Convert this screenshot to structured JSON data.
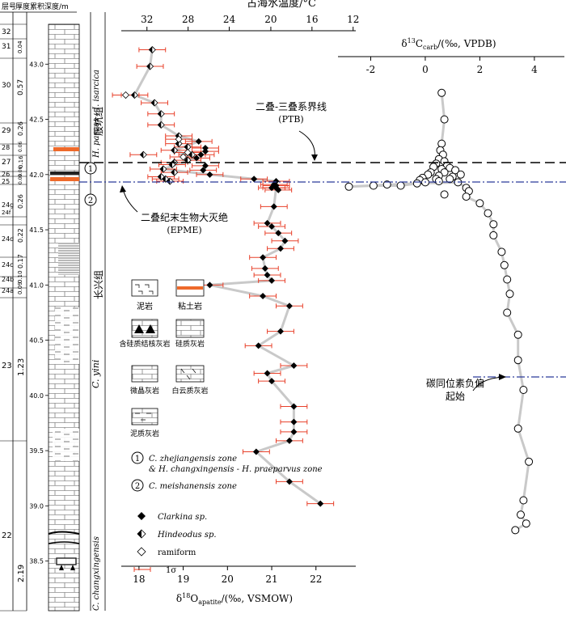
{
  "header": {
    "layer_no": "层号",
    "thickness": "厚度",
    "depth": "累积深度/m"
  },
  "stratigraphy": {
    "layer_labels": [
      "32",
      "31",
      "30",
      "29",
      "28",
      "27",
      "26",
      "25",
      "24g",
      "24f",
      "24e",
      "24d",
      "24c",
      "24b",
      "24a",
      "23",
      "22"
    ],
    "thickness_labels": [
      "0.04",
      "0.57",
      "0.26",
      "0.06",
      "0.16",
      "0.06",
      "0.09",
      "0.26",
      "0.22",
      "0.17",
      "0.10",
      "0.09",
      "1.23",
      "2.19"
    ],
    "depth_ticks": [
      "43.0",
      "42.5",
      "42.0",
      "41.5",
      "41.0",
      "40.5",
      "40.0",
      "39.5",
      "39.0",
      "38.5"
    ],
    "formation_upper": "殷坑组",
    "formation_lower": "长兴组",
    "zone_isarcica": "H. parvus - I. isarcica",
    "zone_yini": "C. yini",
    "zone_changxing": "C. changxingensis"
  },
  "annotations": {
    "ptb_line1": "二叠-三叠系界线",
    "ptb_line2": "(PTB)",
    "epme_line1": "二叠纪末生物大灭绝",
    "epme_line2": "(EPME)",
    "carbon_line1": "碳同位素负偏",
    "carbon_line2": "起始"
  },
  "legend": {
    "lith": {
      "mudstone": "泥岩",
      "clay": "粘土岩",
      "chert_nodule": "含硅质结核灰岩",
      "siliceous": "硅质灰岩",
      "micrite": "微晶灰岩",
      "dolomitic": "白云质灰岩",
      "argillaceous": "泥质灰岩"
    },
    "zone1_circle": "1",
    "zone1_line1": "C. zhejiangensis zone",
    "zone1_line2": "& H. changxingensis - H. praeparvus zone",
    "zone2_circle": "2",
    "zone2_text": "C. meishanensis zone",
    "clarkina": "Clarkina sp.",
    "hindeodus": "Hindeodus sp.",
    "ramiform": "ramiform",
    "sigma": "1σ"
  },
  "chart_data": [
    {
      "type": "scatter",
      "title": "",
      "xlabel": "δ18Oapatite/(‰, VSMOW)",
      "xlabel_parts": {
        "delta": "δ",
        "sup": "18",
        "main": "O",
        "sub": "apatite",
        "rest": "/(‰, VSMOW)"
      },
      "x2label": "古海水温度/°C",
      "ylabel": "累积深度/m",
      "xlim": [
        17.6,
        22.9
      ],
      "ylim": [
        38.38,
        43.2
      ],
      "xticks": [
        "18",
        "19",
        "20",
        "21",
        "22"
      ],
      "x2ticks": [
        "32",
        "28",
        "24",
        "20",
        "16",
        "12"
      ],
      "x2_tick_pos": [
        18.18,
        19.11,
        20.04,
        20.98,
        21.91,
        22.84
      ],
      "marker_styles": {
        "clarkina": "filled-diamond",
        "hindeodus": "half-diamond",
        "ramiform": "open-diamond"
      },
      "error_bar": 0.3,
      "series": [
        {
          "name": "Clarkina sp.",
          "marker": "clarkina",
          "points": [
            [
              19.35,
              42.3
            ],
            [
              19.5,
              42.08
            ],
            [
              19.3,
              42.15
            ],
            [
              19.4,
              42.18
            ],
            [
              19.5,
              42.21
            ],
            [
              19.5,
              42.24
            ],
            [
              19.45,
              42.04
            ],
            [
              19.6,
              42.0
            ],
            [
              20.6,
              41.96
            ],
            [
              21.1,
              41.94
            ],
            [
              21.05,
              41.91
            ],
            [
              21.0,
              41.88
            ],
            [
              21.1,
              41.88
            ],
            [
              21.15,
              41.86
            ],
            [
              21.1,
              41.9
            ],
            [
              21.05,
              41.71
            ],
            [
              20.9,
              41.56
            ],
            [
              21.0,
              41.53
            ],
            [
              21.15,
              41.47
            ],
            [
              21.3,
              41.4
            ],
            [
              21.2,
              41.33
            ],
            [
              20.8,
              41.25
            ],
            [
              20.85,
              41.15
            ],
            [
              20.9,
              41.09
            ],
            [
              21.0,
              41.04
            ],
            [
              19.6,
              41.0
            ],
            [
              20.8,
              40.9
            ],
            [
              21.4,
              40.81
            ],
            [
              21.2,
              40.58
            ],
            [
              20.7,
              40.45
            ],
            [
              21.5,
              40.27
            ],
            [
              20.9,
              40.2
            ],
            [
              21.0,
              40.13
            ],
            [
              21.5,
              39.9
            ],
            [
              21.5,
              39.76
            ],
            [
              21.5,
              39.67
            ],
            [
              21.4,
              39.59
            ],
            [
              20.65,
              39.49
            ],
            [
              21.4,
              39.22
            ],
            [
              22.1,
              39.02
            ]
          ]
        },
        {
          "name": "Hindeodus sp.",
          "marker": "hindeodus",
          "points": [
            [
              18.3,
              43.13
            ],
            [
              18.25,
              42.98
            ],
            [
              17.9,
              42.72
            ],
            [
              18.35,
              42.65
            ],
            [
              18.5,
              42.55
            ],
            [
              18.5,
              42.45
            ],
            [
              18.9,
              42.35
            ],
            [
              18.9,
              42.28
            ],
            [
              19.1,
              42.25
            ],
            [
              18.8,
              42.22
            ],
            [
              19.2,
              42.18
            ],
            [
              19.1,
              42.13
            ],
            [
              18.8,
              42.11
            ],
            [
              18.75,
              42.09
            ],
            [
              18.55,
              42.05
            ],
            [
              18.8,
              42.02
            ],
            [
              18.5,
              41.98
            ],
            [
              18.6,
              41.96
            ],
            [
              18.7,
              41.94
            ],
            [
              18.1,
              42.18
            ]
          ]
        },
        {
          "name": "ramiform",
          "marker": "ramiform",
          "points": [
            [
              17.7,
              42.72
            ],
            [
              18.9,
              42.32
            ],
            [
              19.1,
              42.2
            ],
            [
              19.0,
              42.16
            ]
          ]
        }
      ],
      "trend_line": [
        [
          18.3,
          43.13
        ],
        [
          18.25,
          42.98
        ],
        [
          17.9,
          42.72
        ],
        [
          18.35,
          42.65
        ],
        [
          18.5,
          42.55
        ],
        [
          18.5,
          42.45
        ],
        [
          18.9,
          42.35
        ],
        [
          19.35,
          42.3
        ],
        [
          18.8,
          42.22
        ],
        [
          19.3,
          42.15
        ],
        [
          18.55,
          42.05
        ],
        [
          19.6,
          42.0
        ],
        [
          20.6,
          41.96
        ],
        [
          21.1,
          41.94
        ],
        [
          21.1,
          41.88
        ],
        [
          21.05,
          41.71
        ],
        [
          20.9,
          41.56
        ],
        [
          21.0,
          41.53
        ],
        [
          21.15,
          41.47
        ],
        [
          21.3,
          41.4
        ],
        [
          21.2,
          41.33
        ],
        [
          20.8,
          41.25
        ],
        [
          20.85,
          41.15
        ],
        [
          20.9,
          41.09
        ],
        [
          21.0,
          41.04
        ],
        [
          19.6,
          41.0
        ],
        [
          20.8,
          40.9
        ],
        [
          21.4,
          40.81
        ],
        [
          21.2,
          40.58
        ],
        [
          20.7,
          40.45
        ],
        [
          21.5,
          40.27
        ],
        [
          20.9,
          40.2
        ],
        [
          21.0,
          40.13
        ],
        [
          21.5,
          39.9
        ],
        [
          21.5,
          39.76
        ],
        [
          21.5,
          39.67
        ],
        [
          21.4,
          39.59
        ],
        [
          20.65,
          39.49
        ],
        [
          21.4,
          39.22
        ],
        [
          22.1,
          39.02
        ]
      ]
    },
    {
      "type": "scatter",
      "title": "",
      "xlabel": "δ13Ccarb/(‰, VPDB)",
      "xlabel_parts": {
        "delta": "δ",
        "sup": "13",
        "main": "C",
        "sub": "carb",
        "rest": "/(‰, VPDB)"
      },
      "xlim": [
        -3.2,
        5.1
      ],
      "ylim": [
        38.38,
        43.2
      ],
      "xticks": [
        "-2",
        "0",
        "2",
        "4"
      ],
      "x_tick_values": [
        -2,
        0,
        2,
        4
      ],
      "marker": "open-circle",
      "points": [
        [
          0.6,
          42.74
        ],
        [
          0.7,
          42.5
        ],
        [
          0.6,
          42.28
        ],
        [
          0.55,
          42.22
        ],
        [
          0.65,
          42.18
        ],
        [
          0.5,
          42.14
        ],
        [
          0.7,
          42.12
        ],
        [
          0.4,
          42.1
        ],
        [
          0.8,
          42.08
        ],
        [
          0.3,
          42.07
        ],
        [
          0.9,
          42.06
        ],
        [
          0.6,
          42.05
        ],
        [
          1.1,
          42.04
        ],
        [
          0.2,
          42.02
        ],
        [
          0.7,
          42.02
        ],
        [
          0.1,
          42.0
        ],
        [
          0.5,
          41.99
        ],
        [
          -0.1,
          41.97
        ],
        [
          0.4,
          41.96
        ],
        [
          -0.2,
          41.95
        ],
        [
          0.0,
          41.93
        ],
        [
          -1.4,
          41.91
        ],
        [
          -1.9,
          41.9
        ],
        [
          -0.9,
          41.9
        ],
        [
          -2.8,
          41.89
        ],
        [
          -0.3,
          41.92
        ],
        [
          0.5,
          41.94
        ],
        [
          1.0,
          41.98
        ],
        [
          1.3,
          42.0
        ],
        [
          0.9,
          41.96
        ],
        [
          1.2,
          41.93
        ],
        [
          1.5,
          41.88
        ],
        [
          1.6,
          41.85
        ],
        [
          0.7,
          41.82
        ],
        [
          1.5,
          41.8
        ],
        [
          2.0,
          41.74
        ],
        [
          2.3,
          41.65
        ],
        [
          2.5,
          41.55
        ],
        [
          2.5,
          41.45
        ],
        [
          2.8,
          41.3
        ],
        [
          2.9,
          41.18
        ],
        [
          3.0,
          41.05
        ],
        [
          3.1,
          40.92
        ],
        [
          3.0,
          40.75
        ],
        [
          3.4,
          40.55
        ],
        [
          3.4,
          40.32
        ],
        [
          3.6,
          40.05
        ],
        [
          3.4,
          39.7
        ],
        [
          3.8,
          39.4
        ],
        [
          3.6,
          39.05
        ],
        [
          3.5,
          38.92
        ],
        [
          3.7,
          38.84
        ],
        [
          3.3,
          38.78
        ]
      ],
      "trend_line": [
        [
          0.6,
          42.74
        ],
        [
          0.7,
          42.5
        ],
        [
          0.6,
          42.28
        ],
        [
          0.55,
          42.22
        ],
        [
          0.65,
          42.18
        ],
        [
          0.5,
          42.14
        ],
        [
          0.4,
          42.1
        ],
        [
          0.3,
          42.07
        ],
        [
          0.2,
          42.02
        ],
        [
          0.1,
          42.0
        ],
        [
          -0.1,
          41.97
        ],
        [
          -0.2,
          41.95
        ],
        [
          0.0,
          41.93
        ],
        [
          -0.9,
          41.9
        ],
        [
          -1.9,
          41.9
        ],
        [
          -2.8,
          41.89
        ],
        [
          -0.3,
          41.92
        ],
        [
          1.2,
          41.93
        ],
        [
          1.5,
          41.88
        ],
        [
          1.6,
          41.85
        ],
        [
          1.5,
          41.8
        ],
        [
          2.0,
          41.74
        ],
        [
          2.3,
          41.65
        ],
        [
          2.5,
          41.55
        ],
        [
          2.5,
          41.45
        ],
        [
          2.8,
          41.3
        ],
        [
          2.9,
          41.18
        ],
        [
          3.0,
          41.05
        ],
        [
          3.1,
          40.92
        ],
        [
          3.0,
          40.75
        ],
        [
          3.4,
          40.55
        ],
        [
          3.4,
          40.32
        ],
        [
          3.6,
          40.05
        ],
        [
          3.4,
          39.7
        ],
        [
          3.8,
          39.4
        ],
        [
          3.6,
          39.05
        ],
        [
          3.5,
          38.92
        ],
        [
          3.7,
          38.84
        ],
        [
          3.3,
          38.78
        ]
      ]
    }
  ],
  "colors": {
    "error_bar": "#e8402a",
    "trend": "#c9c9c9",
    "ptb_line": "#000000",
    "epme_line": "#2b3a9a",
    "carbon_line": "#2b3a9a",
    "clay_band": "#ee6a2b"
  }
}
